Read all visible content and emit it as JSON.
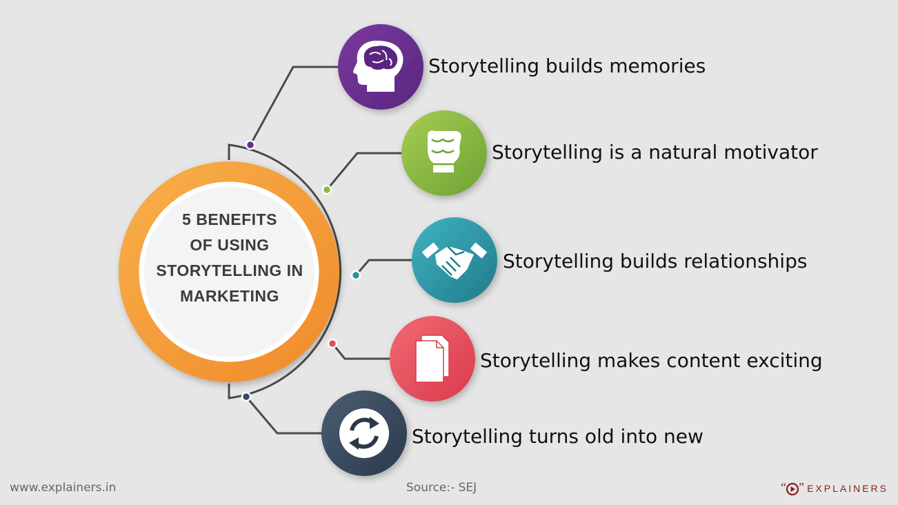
{
  "center": {
    "lines": [
      "5 BENEFITS",
      "OF USING",
      "STORYTELLING IN",
      "MARKETING"
    ]
  },
  "benefits": [
    {
      "label": "Storytelling builds memories",
      "icon": "brain-head-icon",
      "color": "#6a2d8f"
    },
    {
      "label": "Storytelling is a natural motivator",
      "icon": "raised-fist-icon",
      "color": "#8cba3e"
    },
    {
      "label": "Storytelling builds relationships",
      "icon": "handshake-icon",
      "color": "#2e8fa0"
    },
    {
      "label": "Storytelling makes content exciting",
      "icon": "documents-icon",
      "color": "#e84c5c"
    },
    {
      "label": "Storytelling turns old into new",
      "icon": "refresh-icon",
      "color": "#3a4a5e"
    }
  ],
  "footer": {
    "website": "www.explainers.in",
    "source": "Source:- SEJ"
  },
  "brand": {
    "name": "EXPLAINERS",
    "color": "#8b1b1b"
  },
  "colors": {
    "ring_orange": "#f29a33",
    "connector": "#4a4a4a"
  }
}
